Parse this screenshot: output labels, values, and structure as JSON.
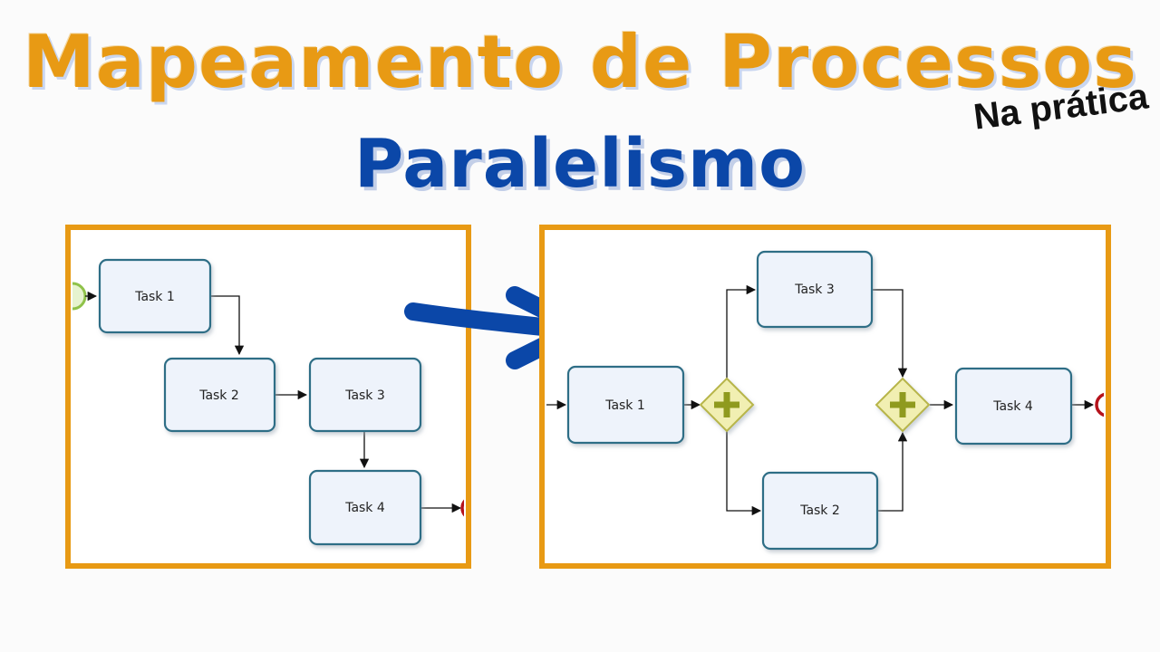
{
  "header": {
    "title": "Mapeamento de Processos",
    "tag": "Na prática",
    "subtitle": "Paralelismo"
  },
  "colors": {
    "title": "#e89a14",
    "subtitle": "#0b47a8",
    "panel_border": "#e89a14",
    "arrow": "#0b47a8",
    "task_fill": "#eef3fb",
    "task_border": "#2e6e86",
    "gateway_fill": "#f1efb2",
    "gateway_border": "#b7b54a",
    "gateway_plus": "#8f9a1e",
    "start_event": "#8fc24a",
    "end_event": "#b5121b"
  },
  "sequential_panel": {
    "tasks": [
      "Task 1",
      "Task 2",
      "Task 3",
      "Task 4"
    ]
  },
  "parallel_panel": {
    "tasks": [
      "Task 3",
      "Task 1",
      "Task 4",
      "Task 2"
    ],
    "gateways": [
      "parallel-split",
      "parallel-join"
    ]
  }
}
